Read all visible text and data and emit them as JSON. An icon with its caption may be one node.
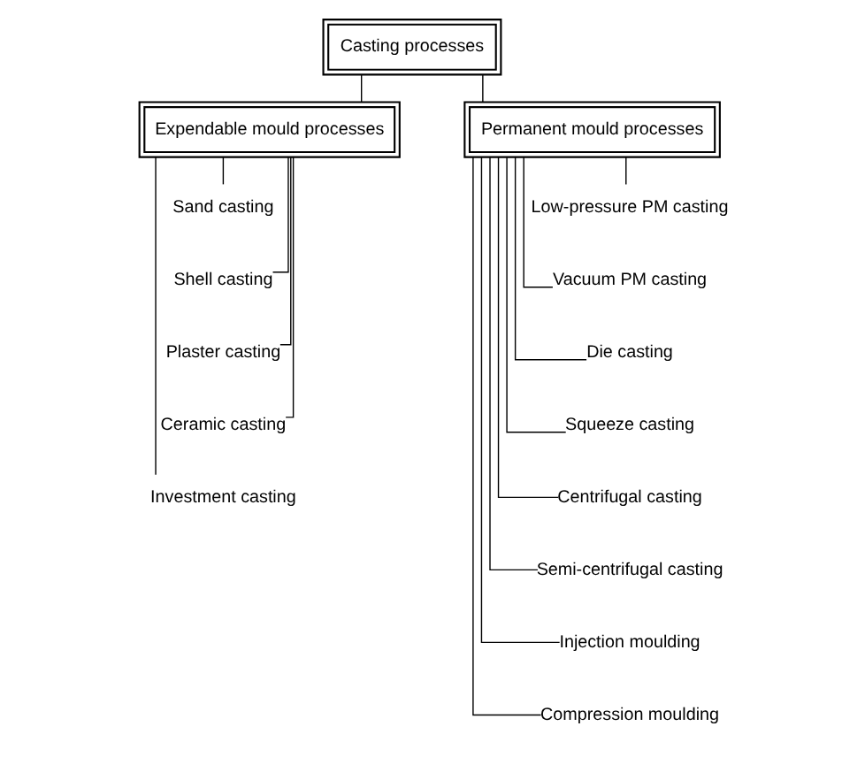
{
  "diagram": {
    "nodes": [
      {
        "text": [
          "Casting processes"
        ]
      },
      {
        "text": [
          "Expendable mould processes"
        ]
      },
      {
        "text": [
          "Permanent mould processes"
        ]
      },
      {
        "text": [
          "Sand casting"
        ]
      },
      {
        "text": [
          "Shell casting"
        ]
      },
      {
        "text": [
          "Plaster casting"
        ]
      },
      {
        "text": [
          "Ceramic casting"
        ]
      },
      {
        "text": [
          "Investment casting"
        ]
      },
      {
        "text": [
          "Low-pressure PM casting"
        ]
      },
      {
        "text": [
          "Vacuum PM casting"
        ]
      },
      {
        "text": [
          "Die casting"
        ]
      },
      {
        "text": [
          "Squeeze casting"
        ]
      },
      {
        "text": [
          "Centrifugal casting"
        ]
      },
      {
        "text": [
          "Semi-centrifugal casting"
        ]
      },
      {
        "text": [
          "Injection moulding"
        ]
      },
      {
        "text": [
          "Compression moulding"
        ]
      }
    ],
    "edges": [
      {
        "from": 0,
        "to": 1,
        "arrow": "none"
      },
      {
        "from": 0,
        "to": 2,
        "arrow": "none"
      },
      {
        "from": 1,
        "to": 3,
        "arrow": "none"
      },
      {
        "from": 1,
        "to": 4,
        "arrow": "none"
      },
      {
        "from": 1,
        "to": 5,
        "arrow": "none"
      },
      {
        "from": 1,
        "to": 6,
        "arrow": "none"
      },
      {
        "from": 1,
        "to": 7,
        "arrow": "none"
      },
      {
        "from": 2,
        "to": 8,
        "arrow": "none"
      },
      {
        "from": 2,
        "to": 9,
        "arrow": "none"
      },
      {
        "from": 2,
        "to": 10,
        "arrow": "none"
      },
      {
        "from": 2,
        "to": 11,
        "arrow": "none"
      },
      {
        "from": 2,
        "to": 12,
        "arrow": "none"
      },
      {
        "from": 2,
        "to": 13,
        "arrow": "none"
      },
      {
        "from": 2,
        "to": 14,
        "arrow": "none"
      },
      {
        "from": 2,
        "to": 15,
        "arrow": "none"
      }
    ]
  }
}
